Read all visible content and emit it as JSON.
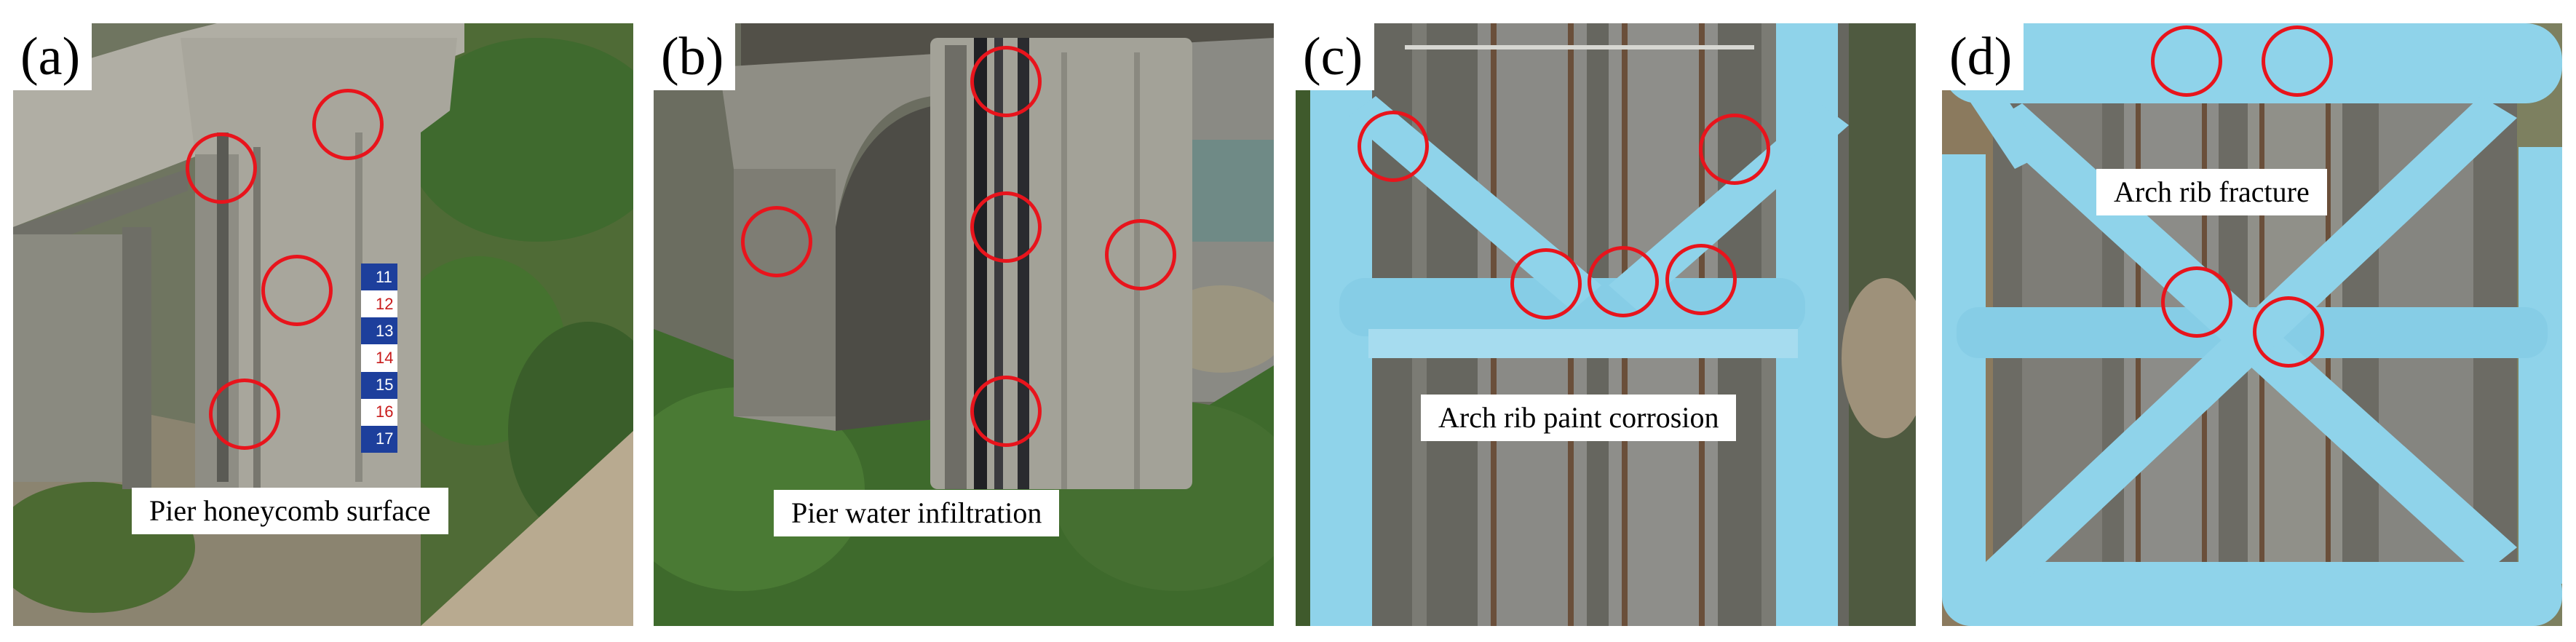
{
  "panels": [
    {
      "label": "(a)",
      "caption": "Pier honeycomb surface"
    },
    {
      "label": "(b)",
      "caption": "Pier water infiltration"
    },
    {
      "label": "(c)",
      "caption": "Arch rib paint corrosion"
    },
    {
      "label": "(d)",
      "caption": "Arch rib fracture"
    }
  ],
  "gauge": {
    "marks": [
      "11",
      "12",
      "13",
      "14",
      "15",
      "16",
      "17"
    ]
  },
  "colors": {
    "marker": "#e8141c",
    "arch_rib": "#8fd3ea",
    "concrete": "#9a9a90",
    "vegetation": "#3f6a2e"
  }
}
